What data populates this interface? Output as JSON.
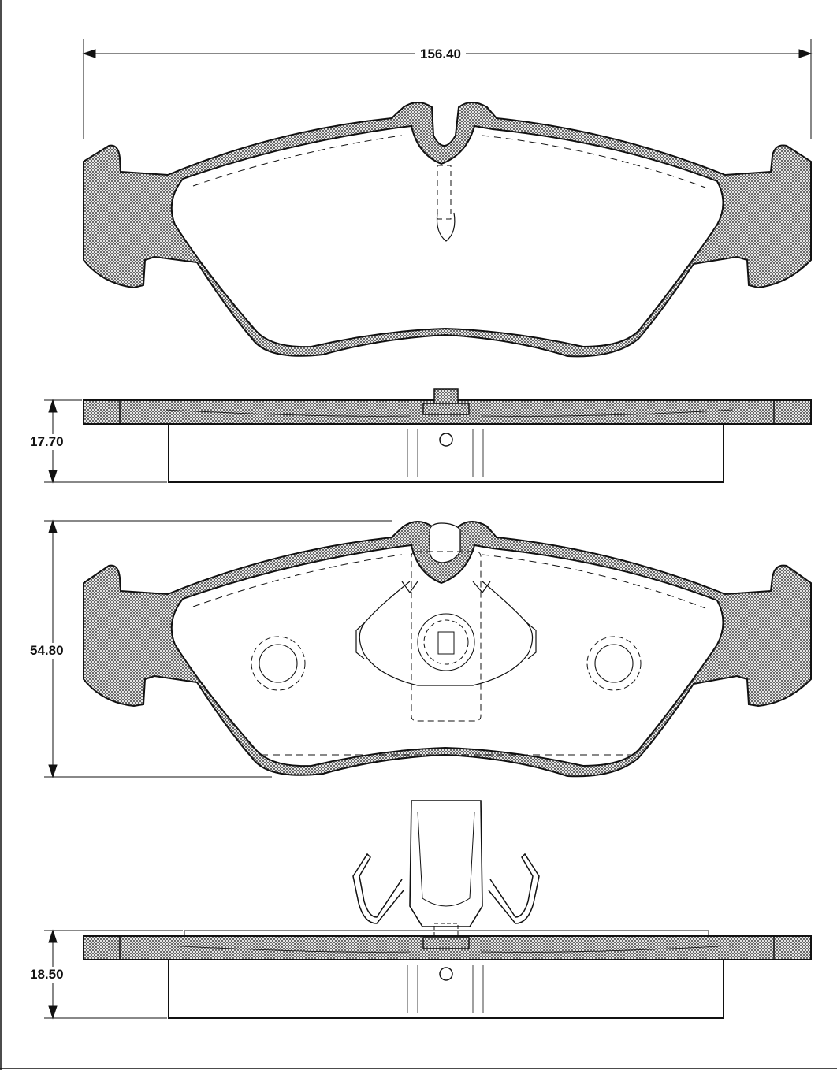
{
  "dimensions": {
    "width": "156.40",
    "thickness_top": "17.70",
    "height": "54.80",
    "thickness_bottom": "18.50"
  },
  "colors": {
    "line": "#111111",
    "hatch": "#333333",
    "background": "#ffffff"
  }
}
